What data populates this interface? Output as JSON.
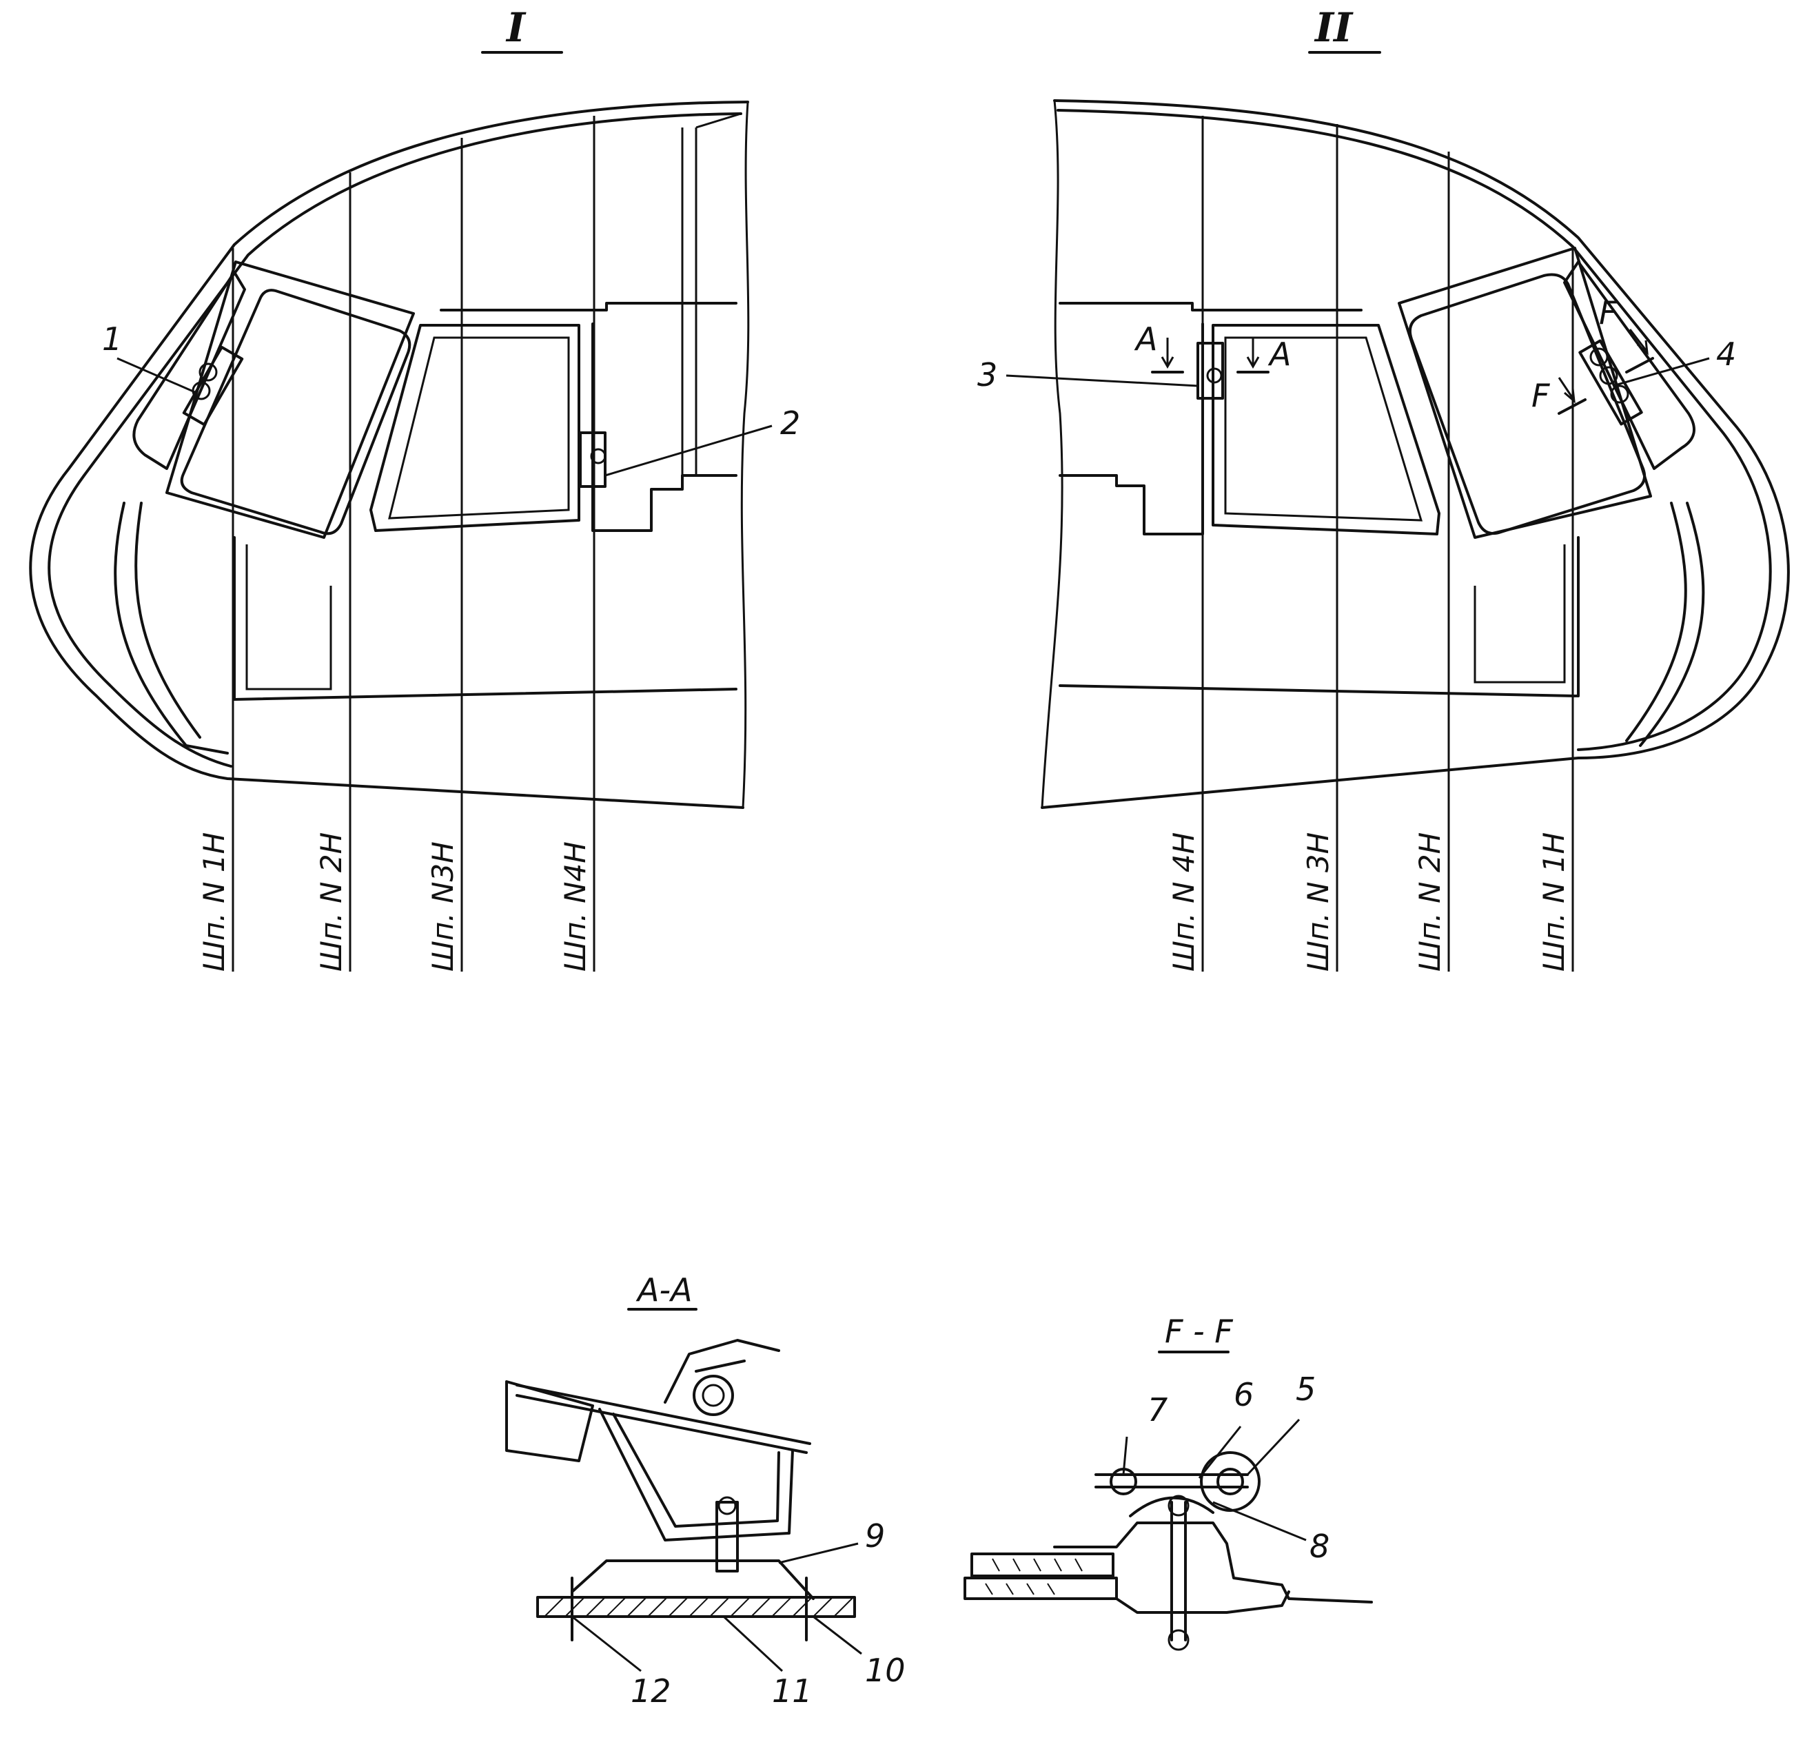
{
  "views": {
    "left": {
      "title": "I",
      "frames": [
        "Шп. N 1Н",
        "Шп. N 2Н",
        "Шп. N3Н",
        "Шп. N4Н"
      ],
      "callouts": [
        "1",
        "2"
      ]
    },
    "right": {
      "title": "II",
      "frames": [
        "Шп. N 4Н",
        "Шп. N 3Н",
        "Шп. N 2Н",
        "Шп. N 1Н"
      ],
      "callouts": [
        "3",
        "4"
      ],
      "section_marks": {
        "a": "A",
        "f": "F"
      }
    }
  },
  "sections": {
    "aa": {
      "title": "А-А",
      "callouts": [
        "9",
        "10",
        "11",
        "12"
      ]
    },
    "ff": {
      "title": "F - F",
      "callouts": [
        "7",
        "6",
        "5",
        "8"
      ]
    }
  }
}
